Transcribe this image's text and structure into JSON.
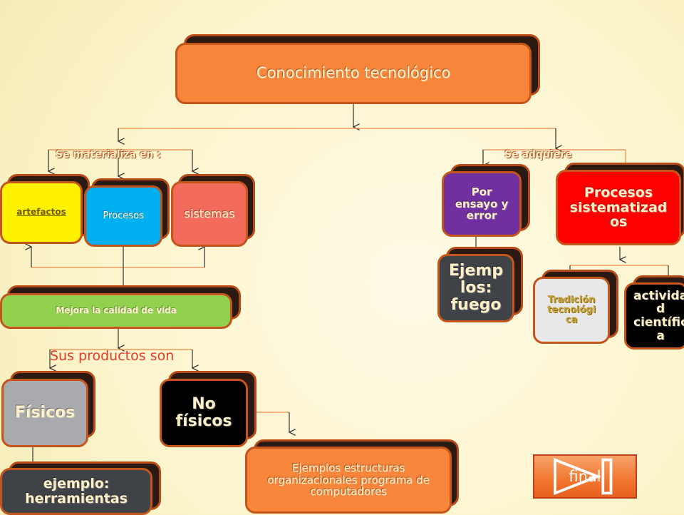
{
  "nodes": {
    "root": "Conocimiento tecnológico",
    "materializa_label": "Se materializa en :",
    "adquiere_label": "Se  adquiere",
    "artefactos": "artefactos",
    "procesos": "Procesos",
    "sistemas": "sistemas",
    "mejora": "Mejora la calidad de vida",
    "sus_productos": "Sus productos son",
    "fisicos": "Físicos",
    "no_fisicos": "No físicos",
    "ejemplo_herramientas": "ejemplo: herramientas",
    "ejemplos_estructuras": "Ejemplos estructuras organizacionales programa de computadores",
    "ensayo_error": "Por ensayo y error",
    "procesos_sistematizados": "Procesos sistematizad os",
    "ejemplos_fuego": "Ejemp los: fuego",
    "tradicion": "Tradición tecnológi ca",
    "actividad_cientifica": "activida d científic a"
  },
  "nav": {
    "final_label": "final"
  },
  "colors": {
    "orange": "#f7863a",
    "yellow": "#fff200",
    "cyan": "#00b0f0",
    "salmon": "#f26b5b",
    "green": "#92d050",
    "gray": "#a8aaad",
    "black": "#000000",
    "darkgray": "#3f4247",
    "purple": "#7030a0",
    "red": "#ff0000",
    "lightgray": "#e8e8ea",
    "border": "#c4551b"
  }
}
